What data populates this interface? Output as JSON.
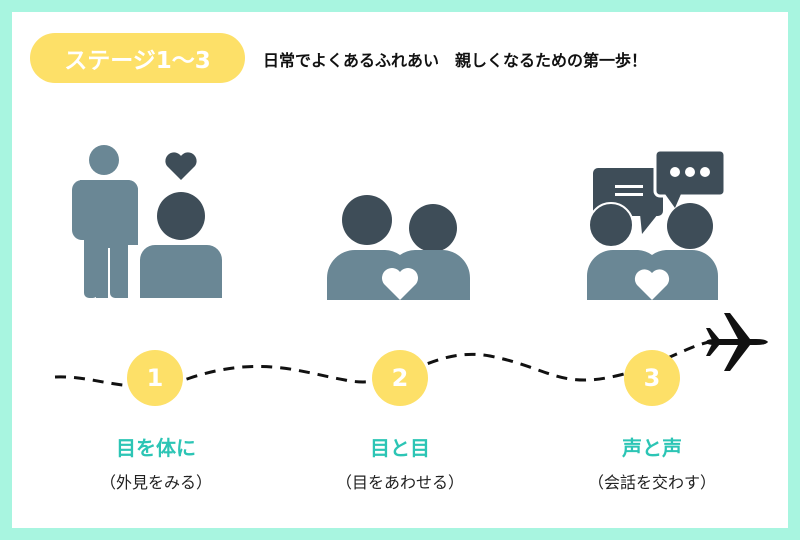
{
  "badge": "ステージ1〜3",
  "headline": "日常でよくあるふれあい　親しくなるための第一歩！",
  "steps": [
    {
      "number": "1",
      "title": "目を体に",
      "subtitle": "（外見をみる）",
      "icon": "person-looking-icon"
    },
    {
      "number": "2",
      "title": "目と目",
      "subtitle": "（目をあわせる）",
      "icon": "two-people-heart-icon"
    },
    {
      "number": "3",
      "title": "声と声",
      "subtitle": "（会話を交わす）",
      "icon": "conversation-icon"
    }
  ],
  "colors": {
    "border": "#a8f5e0",
    "accent": "#fde068",
    "teal": "#2cc5b5",
    "dark": "#3e4d58",
    "body": "#6a8795"
  }
}
